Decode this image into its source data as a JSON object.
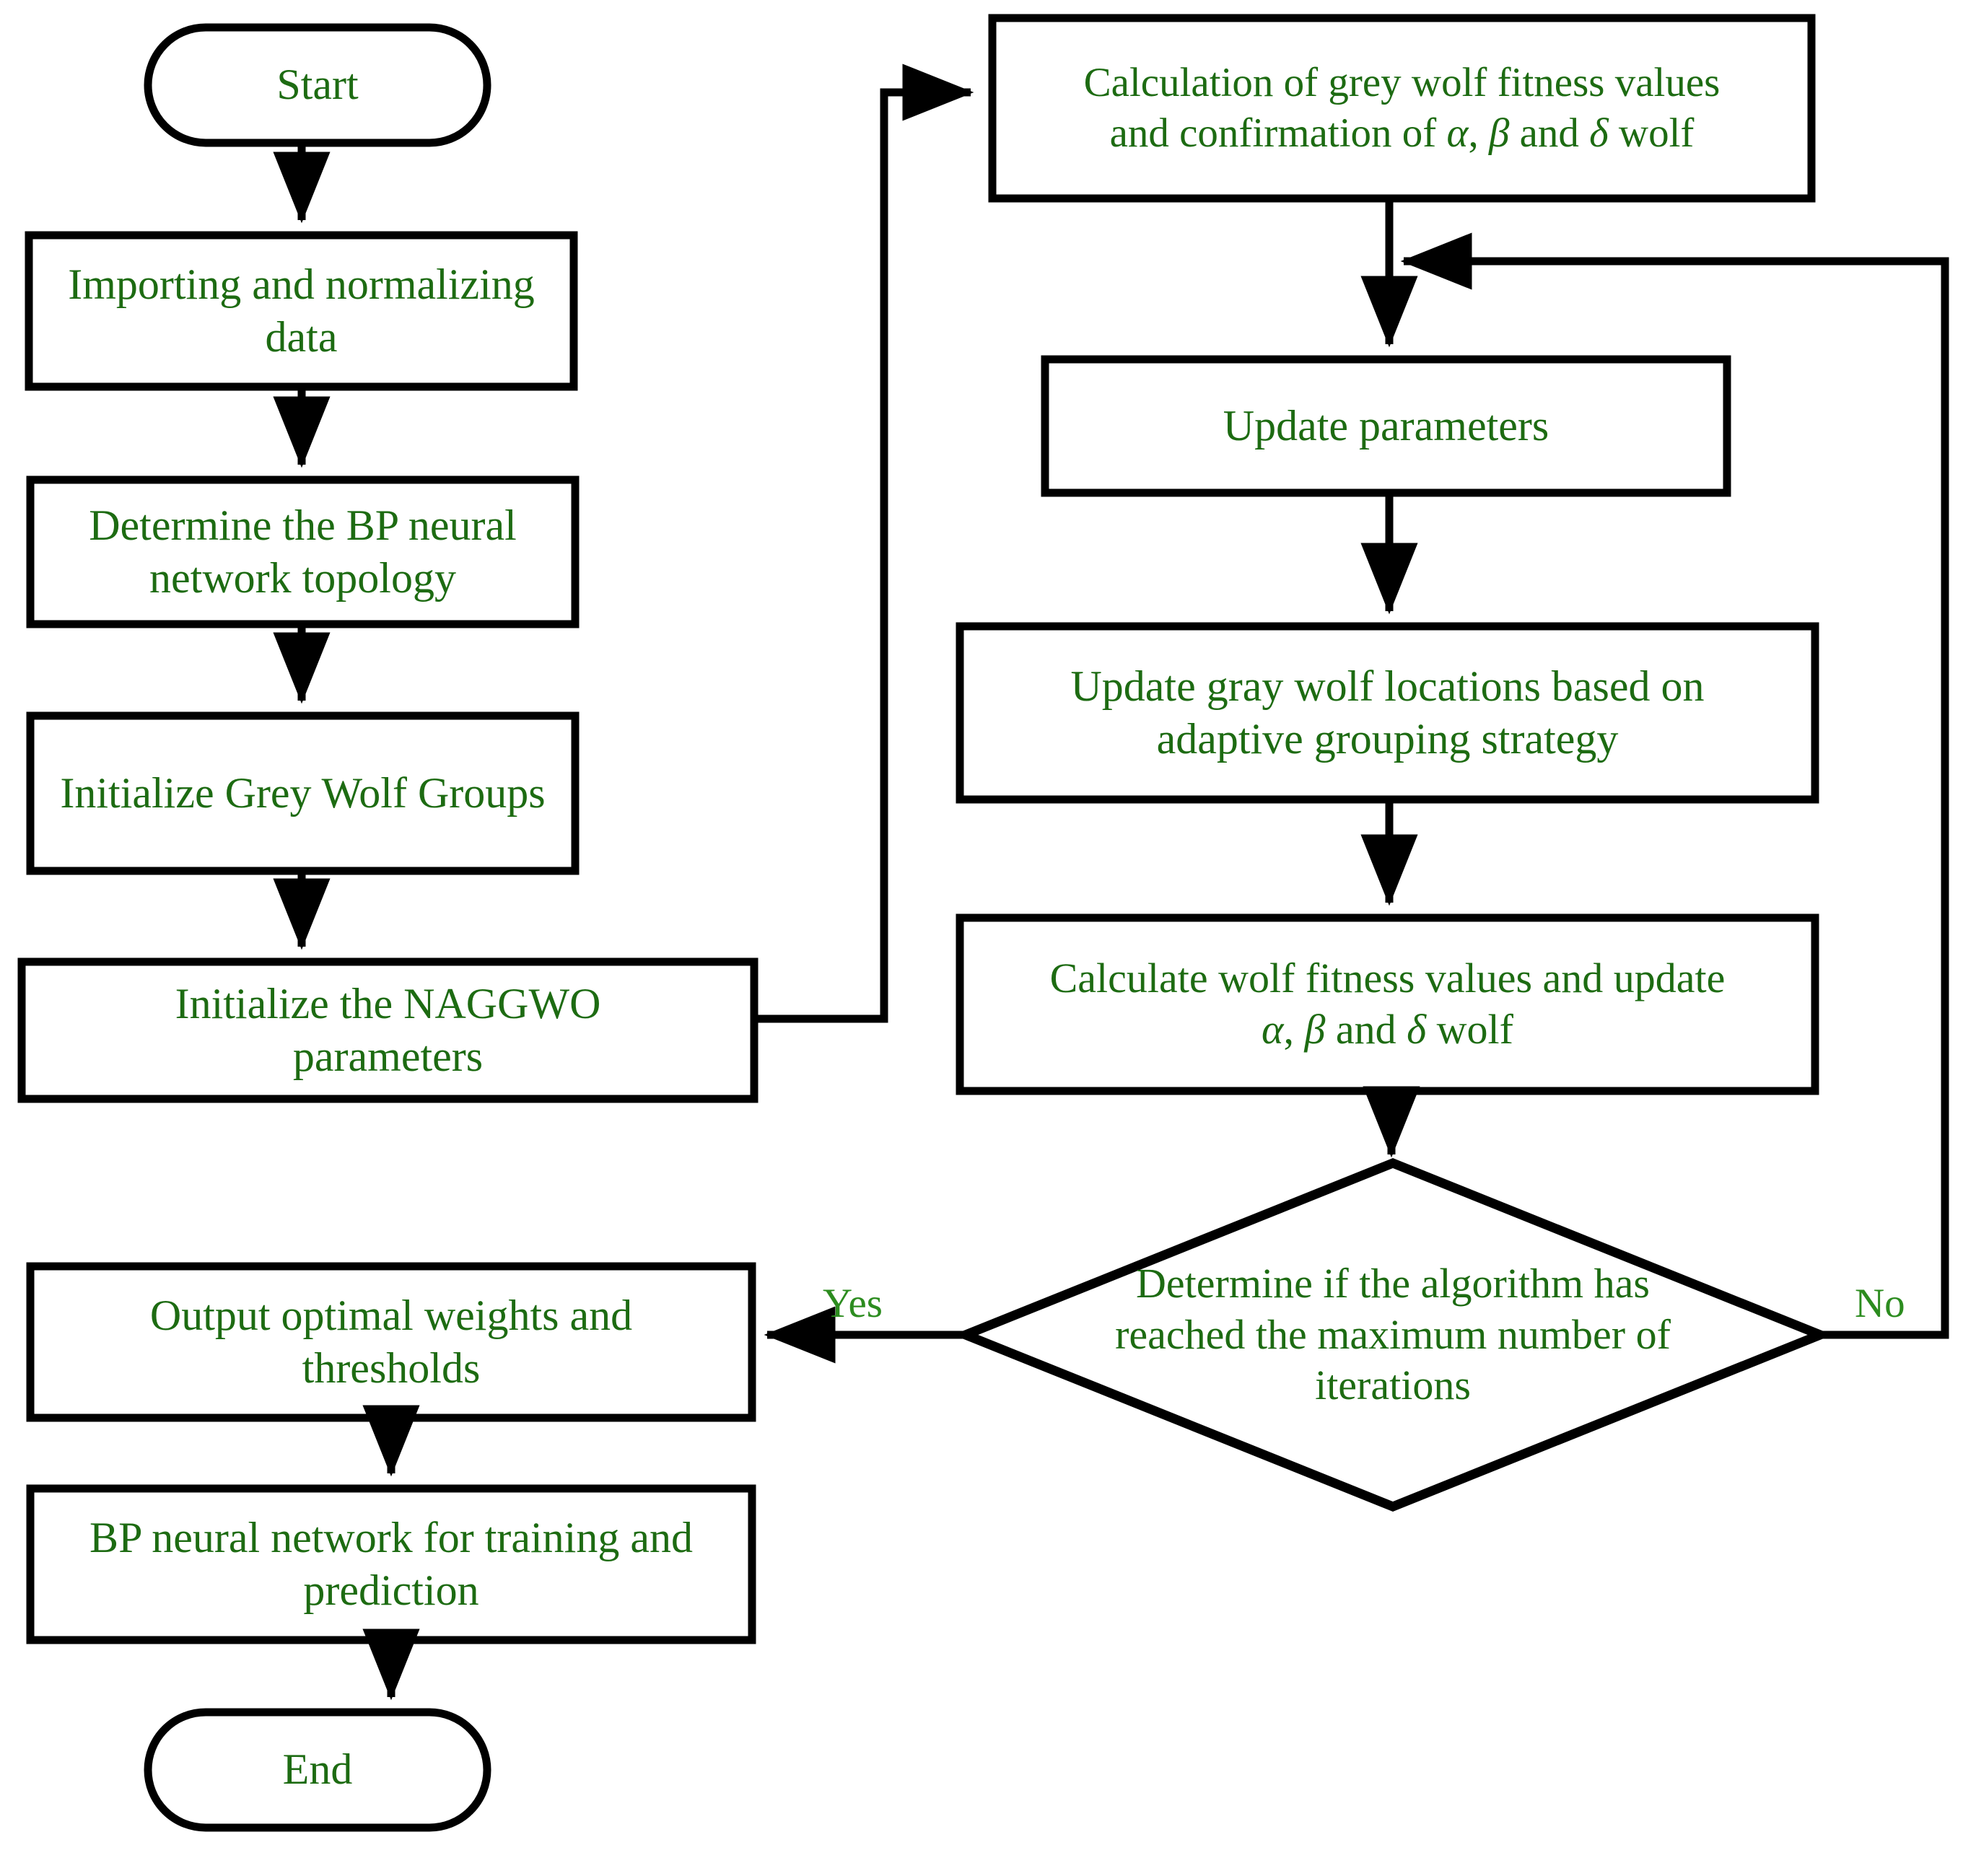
{
  "diagram": {
    "title": "NAGGWO-BP neural network algorithm flowchart",
    "stroke_color": "#000000",
    "text_color": "#1d6b12",
    "background": "#ffffff",
    "nodes": [
      {
        "id": "start",
        "shape": "terminator",
        "label": "Start"
      },
      {
        "id": "import",
        "shape": "process",
        "label": "Importing and normalizing data"
      },
      {
        "id": "topology",
        "shape": "process",
        "label": "Determine the BP neural\nnetwork topology"
      },
      {
        "id": "init_groups",
        "shape": "process",
        "label": "Initialize Grey Wolf Groups"
      },
      {
        "id": "init_params",
        "shape": "process",
        "label": "Initialize the NAGGWO\nparameters"
      },
      {
        "id": "calc_fitness",
        "shape": "process",
        "label_pre": "Calculation of grey wolf fitness values\nand confirmation of ",
        "label_a": "α",
        "label_sep1": ", ",
        "label_b": "β",
        "label_mid": " and ",
        "label_d": "δ",
        "label_post": " wolf"
      },
      {
        "id": "update_params",
        "shape": "process",
        "label": "Update parameters"
      },
      {
        "id": "update_loc",
        "shape": "process",
        "label": "Update gray wolf locations based on\nadaptive grouping strategy"
      },
      {
        "id": "calc_update",
        "shape": "process",
        "label_pre": "Calculate wolf fitness values and update\n",
        "label_a": "α",
        "label_sep1": ", ",
        "label_b": "β",
        "label_mid": " and ",
        "label_d": "δ",
        "label_post": " wolf"
      },
      {
        "id": "decision",
        "shape": "decision",
        "label": "Determine if the algorithm has\nreached the maximum number of\niterations"
      },
      {
        "id": "output",
        "shape": "process",
        "label": "Output optimal weights and\nthresholds"
      },
      {
        "id": "bp_train",
        "shape": "process",
        "label": "BP neural network for training and\nprediction"
      },
      {
        "id": "end",
        "shape": "terminator",
        "label": "End"
      }
    ],
    "edge_labels": {
      "yes": "Yes",
      "no": "No"
    }
  }
}
